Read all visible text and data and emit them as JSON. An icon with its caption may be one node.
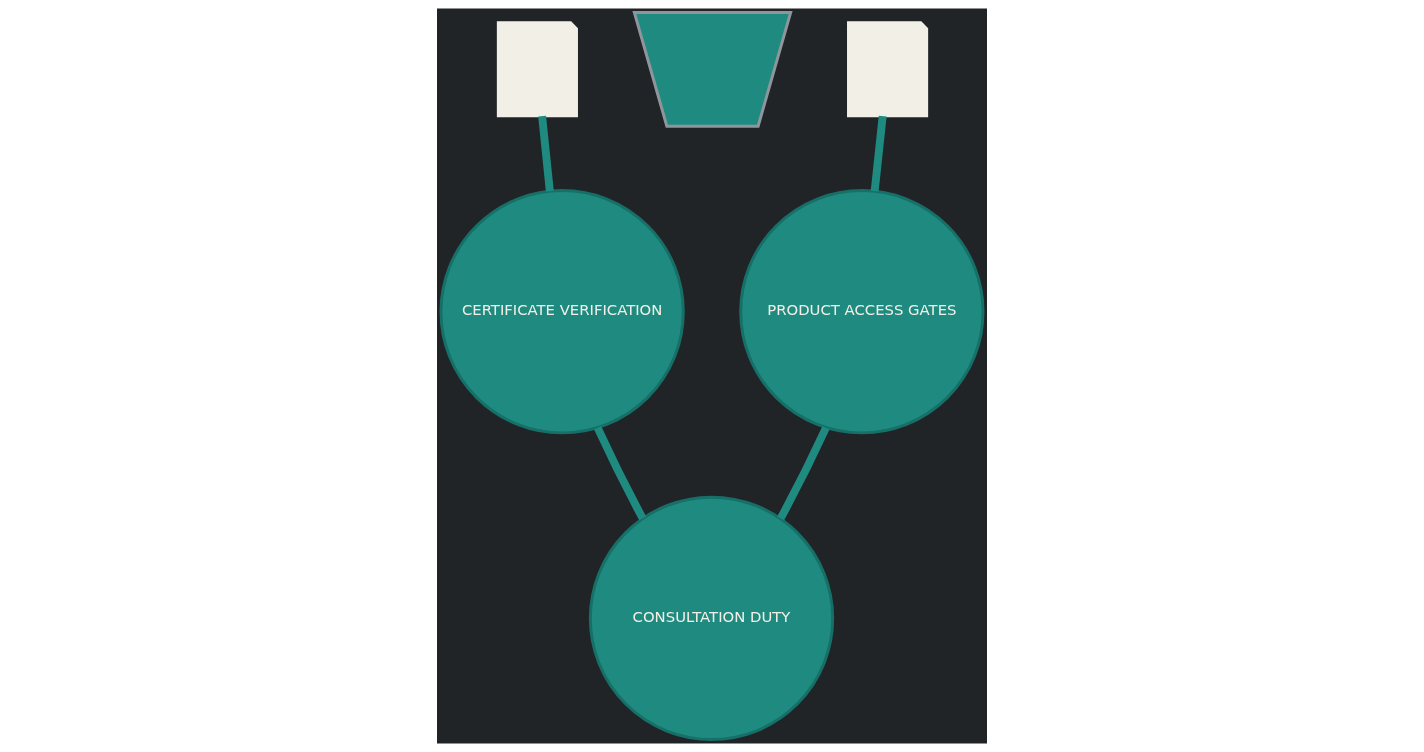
{
  "diagram": {
    "nodes": [
      {
        "text": [],
        "shape": "document"
      },
      {
        "text": [],
        "shape": "scales"
      },
      {
        "text": [],
        "shape": "document"
      },
      {
        "text": [
          "CERTIFICATE VERIFICATION"
        ]
      },
      {
        "text": [
          "CONSULTATION DUTY"
        ]
      },
      {
        "text": [
          "PRODUCT ACCESS GATES"
        ]
      }
    ],
    "edges": [
      {
        "from": 0,
        "to": 3,
        "arrow": "none"
      },
      {
        "from": 3,
        "to": 4,
        "arrow": "none"
      },
      {
        "from": 4,
        "to": 5,
        "arrow": "none"
      },
      {
        "from": 5,
        "to": 2,
        "arrow": "none"
      }
    ]
  }
}
